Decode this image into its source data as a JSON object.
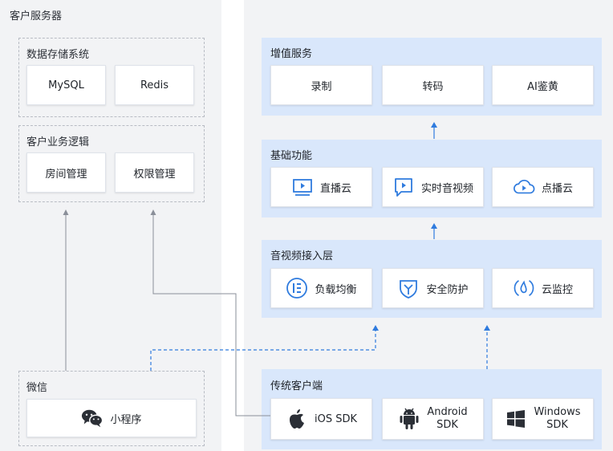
{
  "left": {
    "title": "客户服务器",
    "storage": {
      "title": "数据存储系统",
      "items": [
        "MySQL",
        "Redis"
      ]
    },
    "logic": {
      "title": "客户业务逻辑",
      "items": [
        "房间管理",
        "权限管理"
      ]
    },
    "wechat": {
      "title": "微信",
      "item": "小程序"
    }
  },
  "right": {
    "value_added": {
      "title": "增值服务",
      "items": [
        "录制",
        "转码",
        "AI鉴黄"
      ]
    },
    "basic": {
      "title": "基础功能",
      "items": [
        "直播云",
        "实时音视频",
        "点播云"
      ]
    },
    "access": {
      "title": "音视频接入层",
      "items": [
        "负载均衡",
        "安全防护",
        "云监控"
      ]
    },
    "clients": {
      "title": "传统客户端",
      "ios": "iOS SDK",
      "android": [
        "Android",
        "SDK"
      ],
      "windows": [
        "Windows",
        "SDK"
      ]
    }
  },
  "colors": {
    "accent": "#2f7bde",
    "layer_bg": "#d9e7fb",
    "panel_bg": "#f2f3f5",
    "connector_gray": "#8a8f99"
  },
  "icons": [
    "live-cloud-icon",
    "realtime-av-icon",
    "vod-cloud-icon",
    "load-balance-icon",
    "shield-icon",
    "cloud-monitor-icon",
    "wechat-icon",
    "apple-icon",
    "android-icon",
    "windows-icon"
  ]
}
